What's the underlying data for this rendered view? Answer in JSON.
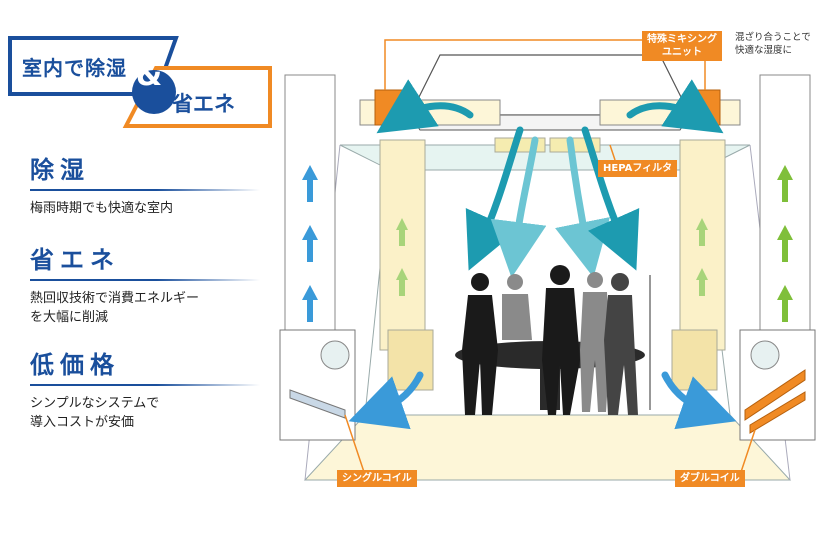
{
  "banner": {
    "line1": "室内で除湿",
    "amp": "&",
    "line2": "省エネ"
  },
  "features": [
    {
      "title": "除湿",
      "desc": [
        "梅雨時期でも快適な室内"
      ]
    },
    {
      "title": "省エネ",
      "desc": [
        "熱回収技術で消費エネルギー",
        "を大幅に削減"
      ]
    },
    {
      "title": "低価格",
      "desc": [
        "シンプルなシステムで",
        "導入コストが安価"
      ]
    }
  ],
  "callouts": {
    "mixing_unit": [
      "特殊ミキシング",
      "ユニット"
    ],
    "mixing_note": [
      "混ざり合うことで",
      "快適な湿度に"
    ],
    "hepa": "HEPAフィルタ",
    "single_coil": "シングルコイル",
    "double_coil": "ダブルコイル"
  },
  "colors": {
    "brand_blue": "#1a4f9c",
    "accent_orange": "#f08a24",
    "air_teal": "#1d9bb0",
    "air_green": "#7fbf3a",
    "air_blue": "#3a9ad9"
  }
}
